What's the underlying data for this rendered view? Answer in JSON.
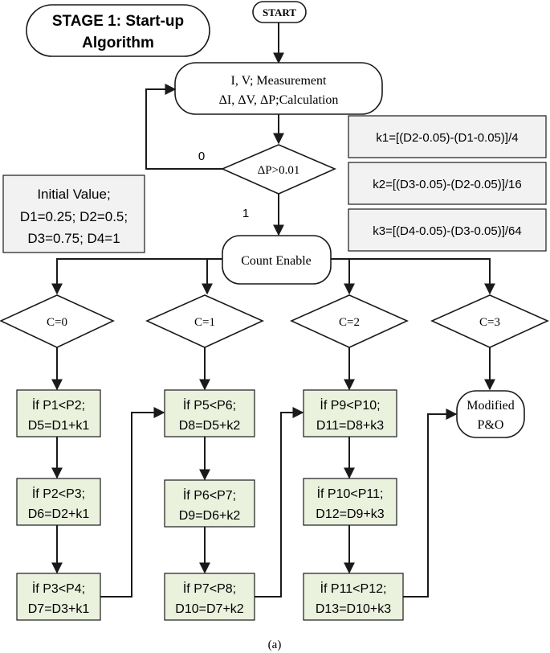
{
  "title": {
    "line1": "STAGE 1: Start-up",
    "line2": "Algorithm"
  },
  "start": "START",
  "measure": {
    "line1": "I, V; Measurement",
    "line2": "ΔI, ΔV, ΔP;Calculation"
  },
  "decision_dp": {
    "text": "ΔP>0.01",
    "no_label": "0",
    "yes_label": "1"
  },
  "initial": {
    "line1": "Initial Value;",
    "line2": "D1=0.25; D2=0.5;",
    "line3": "D3=0.75; D4=1"
  },
  "k_formulas": [
    "k1=[(D2-0.05)-(D1-0.05)]/4",
    "k2=[(D3-0.05)-(D2-0.05)]/16",
    "k3=[(D4-0.05)-(D3-0.05)]/64"
  ],
  "count_enable": "Count Enable",
  "conditions": [
    "C=0",
    "C=1",
    "C=2",
    "C=3"
  ],
  "columns": [
    {
      "steps": [
        {
          "line1": "İf P1<P2;",
          "line2": "D5=D1+k1"
        },
        {
          "line1": "İf P2<P3;",
          "line2": "D6=D2+k1"
        },
        {
          "line1": "İf P3<P4;",
          "line2": "D7=D3+k1"
        }
      ]
    },
    {
      "steps": [
        {
          "line1": "İf P5<P6;",
          "line2": "D8=D5+k2"
        },
        {
          "line1": "İf P6<P7;",
          "line2": "D9=D6+k2"
        },
        {
          "line1": "İf P7<P8;",
          "line2": "D10=D7+k2"
        }
      ]
    },
    {
      "steps": [
        {
          "line1": "İf P9<P10;",
          "line2": "D11=D8+k3"
        },
        {
          "line1": "İf P10<P11;",
          "line2": "D12=D9+k3"
        },
        {
          "line1": "İf P11<P12;",
          "line2": "D13=D10+k3"
        }
      ]
    }
  ],
  "modified": {
    "line1": "Modified",
    "line2": "P&O"
  },
  "caption": "(a)",
  "colors": {
    "step_fill": "#eaf1dd",
    "info_fill": "#f2f2f2",
    "line": "#1a1a1a"
  }
}
